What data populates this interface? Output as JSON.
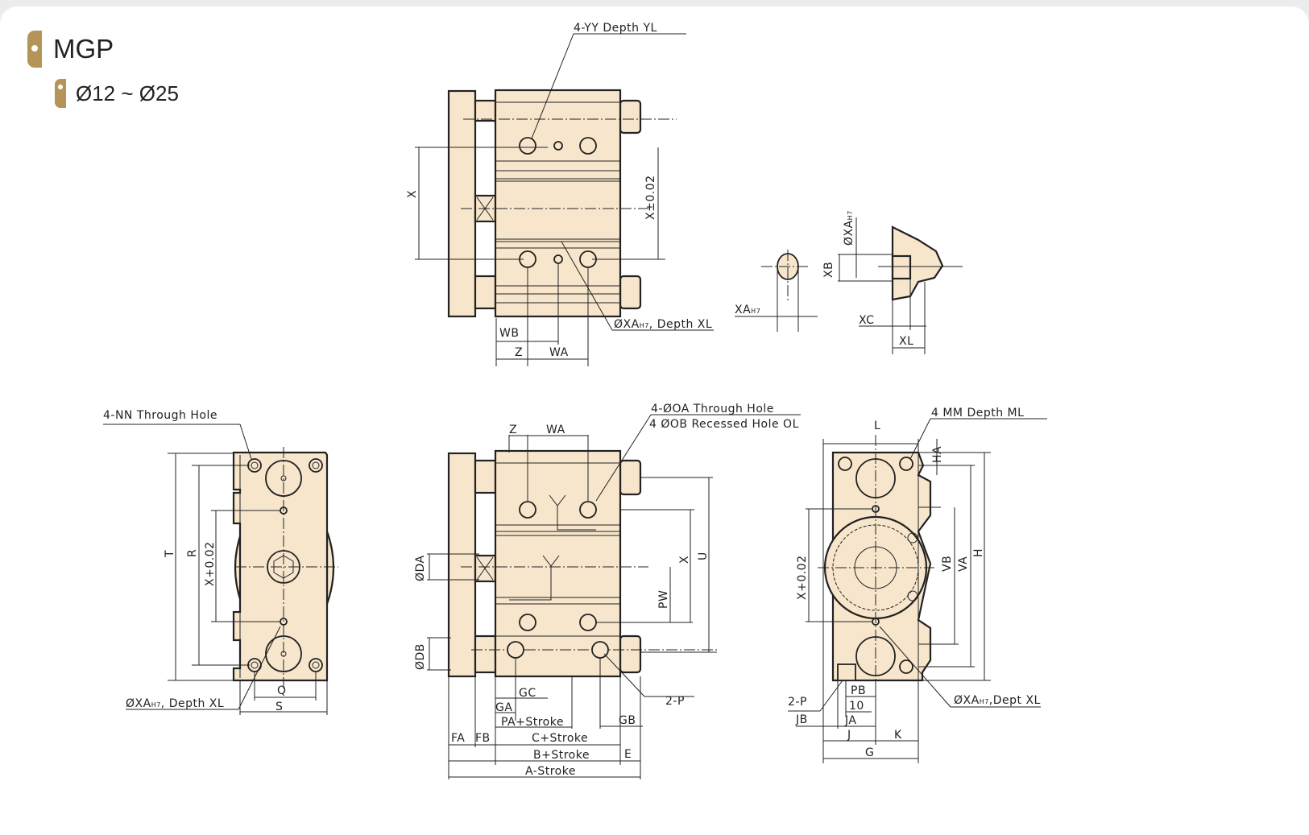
{
  "header": {
    "title": "MGP",
    "subtitle": "Ø12 ~ Ø25"
  },
  "colors": {
    "accent": "#b59457",
    "part_fill": "#f7e6cc",
    "line": "#222222"
  },
  "top_view": {
    "callout_yy": "4-YY Depth YL",
    "dim_x": "X",
    "dim_x_tol": "X±0.02",
    "callout_xa": "ØXA",
    "callout_xa_sub": "H7",
    "callout_xa_tail": ", Depth XL",
    "dim_wb": "WB",
    "dim_z": "Z",
    "dim_wa": "WA"
  },
  "detail_view": {
    "dim_xa_dia": "ØXA",
    "dim_xa_dia_sub": "H7",
    "dim_xb": "XB",
    "dim_xa": "XA",
    "dim_xa_sub": "H7",
    "dim_xc": "XC",
    "dim_xl": "XL"
  },
  "left_view": {
    "callout_nn": "4-NN Through Hole",
    "dim_t": "T",
    "dim_r": "R",
    "dim_x_tol": "X+0.02",
    "callout_xa": "ØXA",
    "callout_xa_sub": "H7",
    "callout_xa_tail": ", Depth XL",
    "dim_q": "Q",
    "dim_s": "S"
  },
  "front_view": {
    "dim_z": "Z",
    "dim_wa": "WA",
    "callout_oa": "4-ØOA Through Hole",
    "callout_ob": "4 ØOB Recessed Hole OL",
    "dim_da": "ØDA",
    "dim_db": "ØDB",
    "dim_pw": "PW",
    "dim_x": "X",
    "dim_u": "U",
    "dim_gc": "GC",
    "dim_ga": "GA",
    "dim_pa": "PA+Stroke",
    "dim_gb": "GB",
    "callout_p": "2-P",
    "dim_fa": "FA",
    "dim_fb": "FB",
    "dim_c": "C+Stroke",
    "dim_b": "B+Stroke",
    "dim_e": "E",
    "dim_a": "A-Stroke"
  },
  "end_view": {
    "dim_l": "L",
    "callout_mm": "4 MM Depth ML",
    "dim_ha": "HA",
    "dim_x_tol": "X+0.02",
    "dim_vb": "VB",
    "dim_va": "VA",
    "dim_h": "H",
    "callout_p": "2-P",
    "dim_pb": "PB",
    "dim_10": "10",
    "dim_jb": "JB",
    "dim_ja": "JA",
    "dim_j": "J",
    "dim_k": "K",
    "dim_g": "G",
    "callout_xa": "ØXA",
    "callout_xa_sub": "H7",
    "callout_xa_tail": ",Dept XL"
  }
}
